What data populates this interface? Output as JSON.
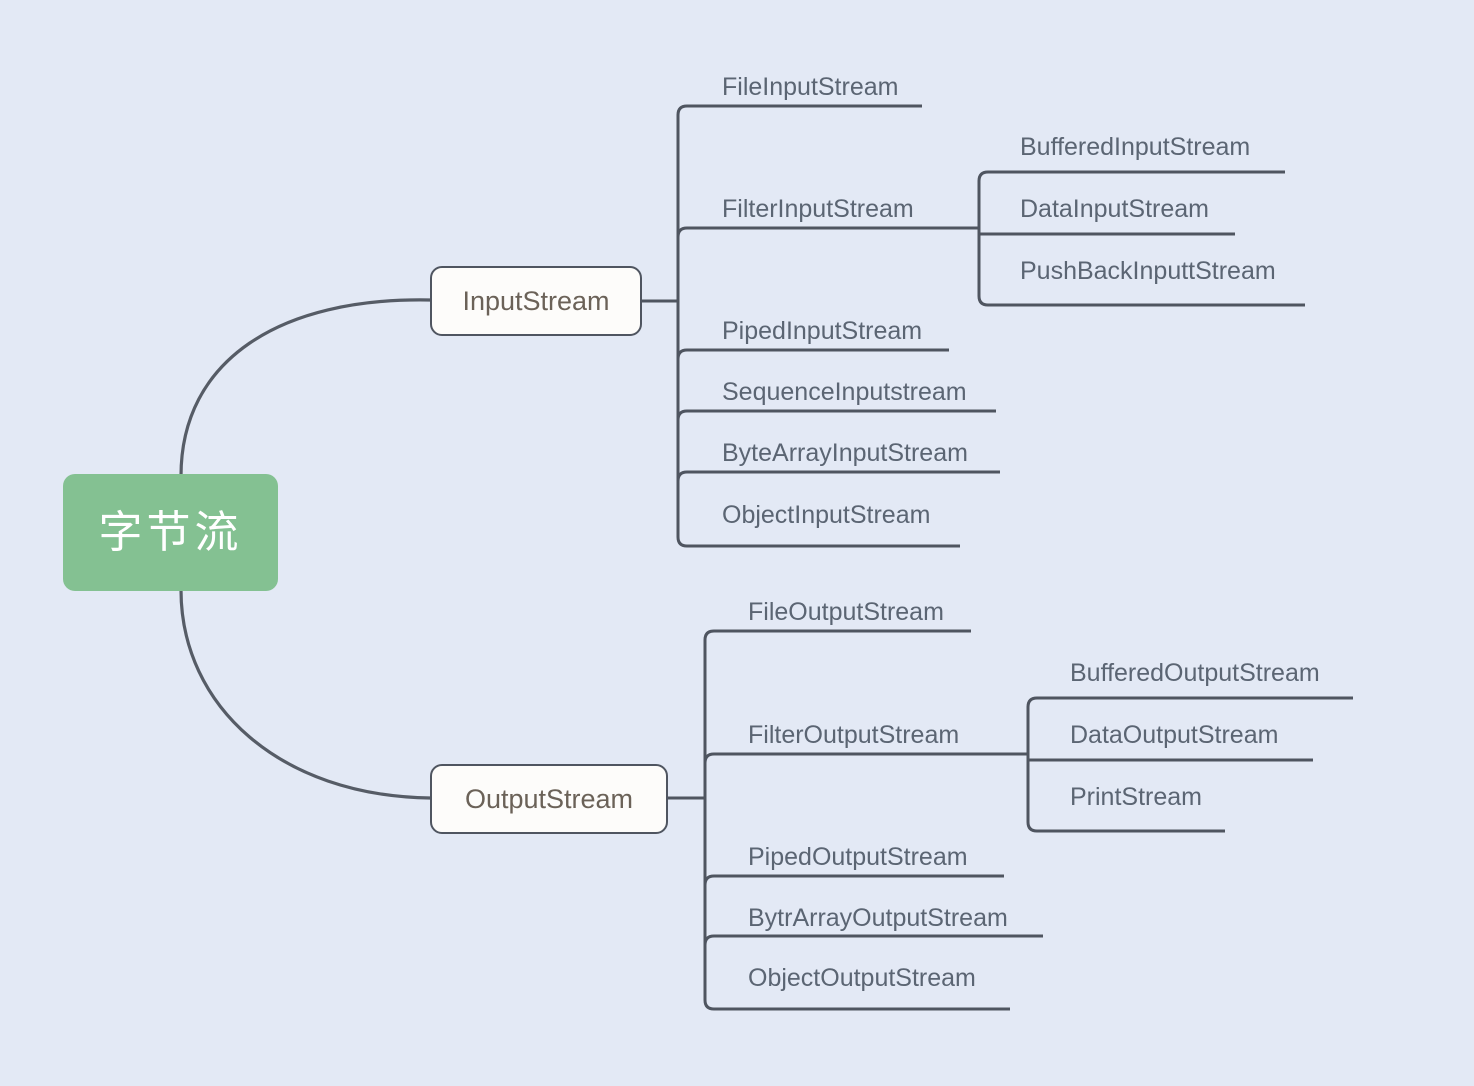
{
  "diagram": {
    "type": "mindmap",
    "background_color": "#e3e9f5",
    "root": {
      "label": "字节流",
      "fill_color": "#84c192",
      "text_color": "#ffffff"
    },
    "branches": [
      {
        "label": "InputStream",
        "text_color": "#6b6258",
        "fill_color": "#fdfcfa",
        "children": [
          {
            "label": "FileInputStream",
            "children": []
          },
          {
            "label": "FilterInputStream",
            "children": [
              {
                "label": "BufferedInputStream"
              },
              {
                "label": "DataInputStream"
              },
              {
                "label": "PushBackInputtStream"
              }
            ]
          },
          {
            "label": "PipedInputStream",
            "children": []
          },
          {
            "label": "SequenceInputstream",
            "children": []
          },
          {
            "label": "ByteArrayInputStream",
            "children": []
          },
          {
            "label": "ObjectInputStream",
            "children": []
          }
        ]
      },
      {
        "label": "OutputStream",
        "text_color": "#6b6258",
        "fill_color": "#fdfcfa",
        "children": [
          {
            "label": "FileOutputStream",
            "children": []
          },
          {
            "label": "FilterOutputStream",
            "children": [
              {
                "label": "BufferedOutputStream"
              },
              {
                "label": "DataOutputStream"
              },
              {
                "label": "PrintStream"
              }
            ]
          },
          {
            "label": "PipedOutputStream",
            "children": []
          },
          {
            "label": "BytrArrayOutputStream",
            "children": []
          },
          {
            "label": "ObjectOutputStream",
            "children": []
          }
        ]
      }
    ]
  }
}
